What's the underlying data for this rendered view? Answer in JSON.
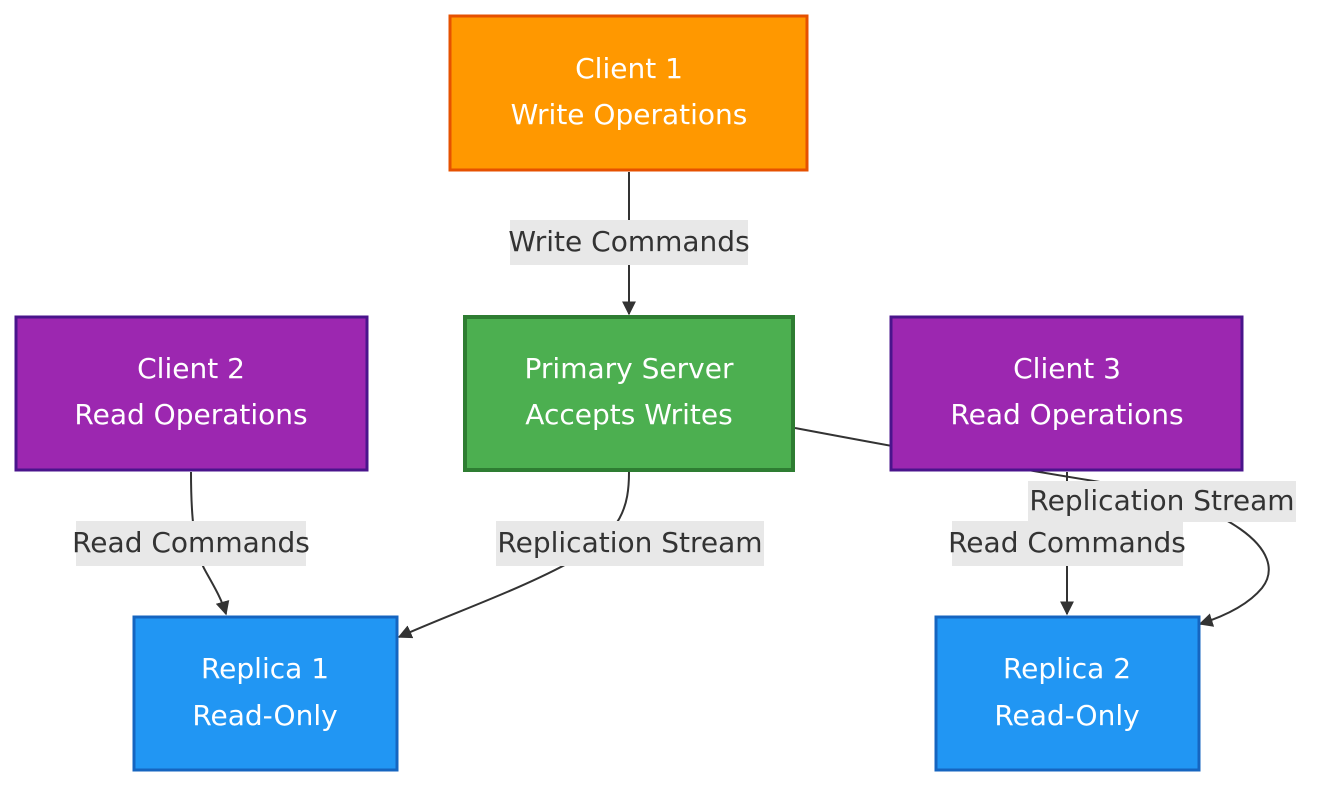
{
  "nodes": {
    "client1": {
      "line1": "Client 1",
      "line2": "Write Operations",
      "fill": "#ff9800",
      "stroke": "#e65100"
    },
    "client2": {
      "line1": "Client 2",
      "line2": "Read Operations",
      "fill": "#9c27b0",
      "stroke": "#4a148c"
    },
    "primary": {
      "line1": "Primary Server",
      "line2": "Accepts Writes",
      "fill": "#4caf50",
      "stroke": "#2e7d32"
    },
    "client3": {
      "line1": "Client 3",
      "line2": "Read Operations",
      "fill": "#9c27b0",
      "stroke": "#4a148c"
    },
    "replica1": {
      "line1": "Replica 1",
      "line2": "Read-Only",
      "fill": "#2196f3",
      "stroke": "#1565c0"
    },
    "replica2": {
      "line1": "Replica 2",
      "line2": "Read-Only",
      "fill": "#2196f3",
      "stroke": "#1565c0"
    }
  },
  "edges": {
    "write_commands": {
      "label": "Write Commands"
    },
    "read_commands_1": {
      "label": "Read Commands"
    },
    "replication_1": {
      "label": "Replication Stream"
    },
    "read_commands_2": {
      "label": "Read Commands"
    },
    "replication_2": {
      "label": "Replication Stream"
    }
  },
  "colors": {
    "edge": "#333333",
    "edge_label_bg": "#e8e8e8"
  }
}
